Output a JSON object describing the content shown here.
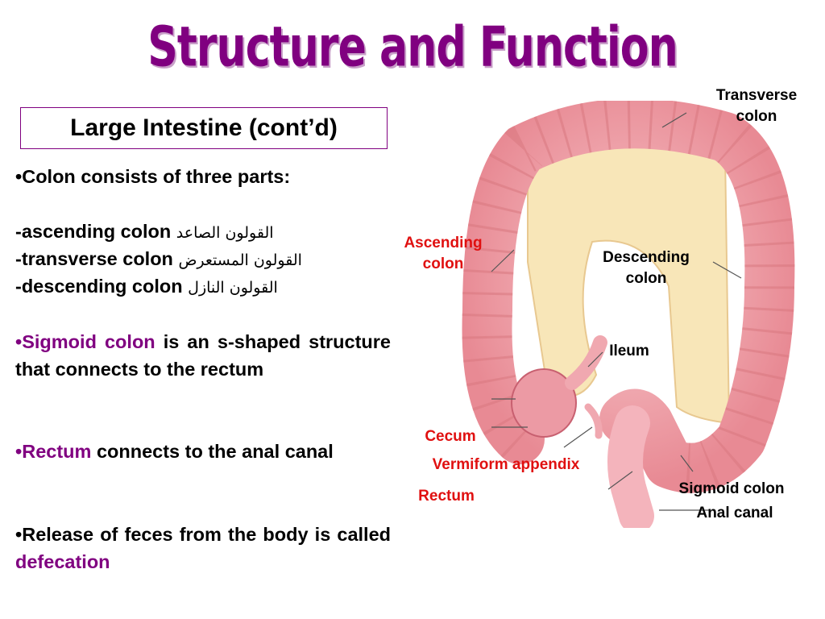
{
  "slide": {
    "title": "Structure and Function",
    "subtitle": "Large Intestine (cont’d)",
    "bullets": {
      "b1_line1": "•Colon consists of three parts:",
      "asc": "-ascending colon",
      "asc_ar": "القولون الصاعد",
      "trans": "-transverse colon",
      "trans_ar": "القولون المستعرض",
      "desc": "-descending colon",
      "desc_ar": "القولون النازل",
      "sig_term": "•Sigmoid colon",
      "sig_rest": " is an s-shaped structure that connects to the rectum",
      "rect_term": "•Rectum",
      "rect_rest": " connects to the anal canal",
      "def_pre": "•Release of feces from the body is called ",
      "def_term": "defecation"
    },
    "labels": {
      "transverse": "Transverse colon",
      "ascending": "Ascending colon",
      "descending": "Descending colon",
      "ileum": "Ileum",
      "cecum": "Cecum",
      "appendix": "Vermiform appendix",
      "rectum": "Rectum",
      "sigmoid": "Sigmoid colon",
      "anal": "Anal canal"
    },
    "colors": {
      "accent": "#800080",
      "label_red": "#e01010",
      "tissue": "#f0a0a8",
      "mesentery": "#f8e6b8"
    }
  }
}
